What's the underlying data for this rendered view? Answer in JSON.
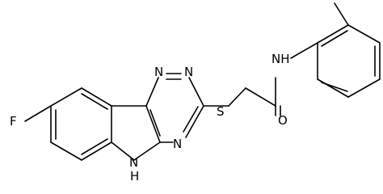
{
  "molecule": {
    "atom_labels": {
      "fluorine": "F",
      "nitrogen_1": "N",
      "nitrogen_2": "N",
      "nitrogen_3": "N",
      "sulfur": "S",
      "oxygen": "O",
      "amide_nh": "NH",
      "indole_nh": "N",
      "indole_h": "H"
    }
  }
}
